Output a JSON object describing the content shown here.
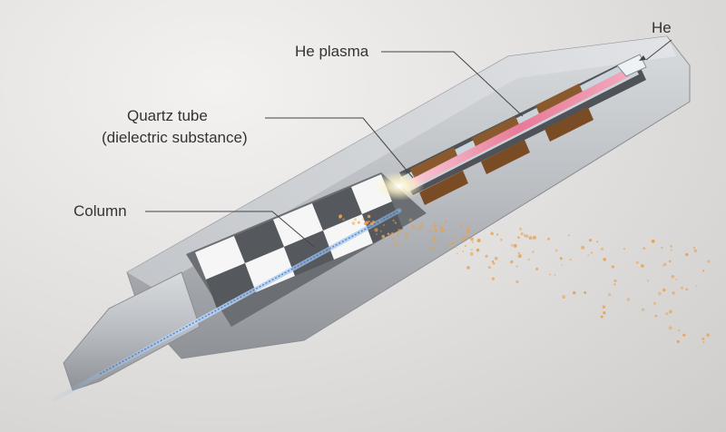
{
  "labels": {
    "he": "He",
    "he_plasma": "He plasma",
    "quartz_tube": "Quartz tube",
    "dielectric": "(dielectric substance)",
    "column": "Column"
  },
  "colors": {
    "background": "#e4e2e0",
    "metal_body": "#b9bcc0",
    "electrode_dark": "#4a4d52",
    "electrode_light": "#f6f6f6",
    "copper_electrode": "#8a5a2e",
    "plasma": "#e87a98",
    "column_glow": "#8fb8e8",
    "sparks": "#e8a050",
    "label_text": "#333333",
    "leader_line": "#444444"
  }
}
